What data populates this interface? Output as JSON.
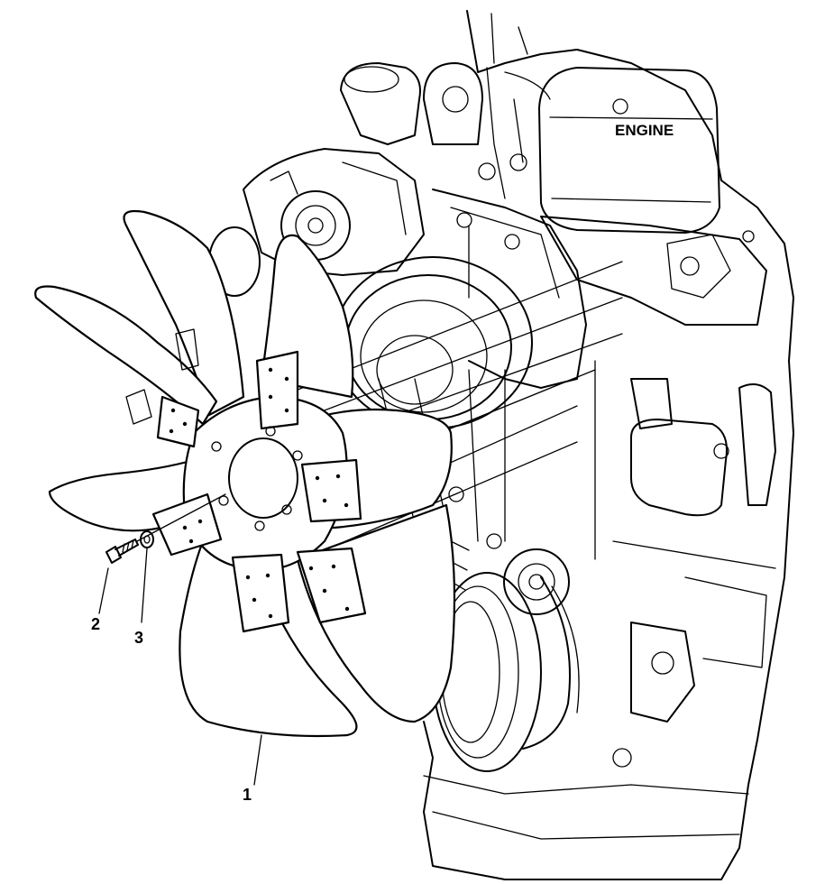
{
  "labels": {
    "engine": "ENGINE",
    "callout_1": "1",
    "callout_2": "2",
    "callout_3": "3"
  },
  "parts": [
    {
      "callout": "1",
      "icon": "cooling-fan-icon"
    },
    {
      "callout": "2",
      "icon": "bolt-icon"
    },
    {
      "callout": "3",
      "icon": "washer-icon"
    }
  ],
  "colors": {
    "line": "#000000",
    "background": "#ffffff"
  }
}
